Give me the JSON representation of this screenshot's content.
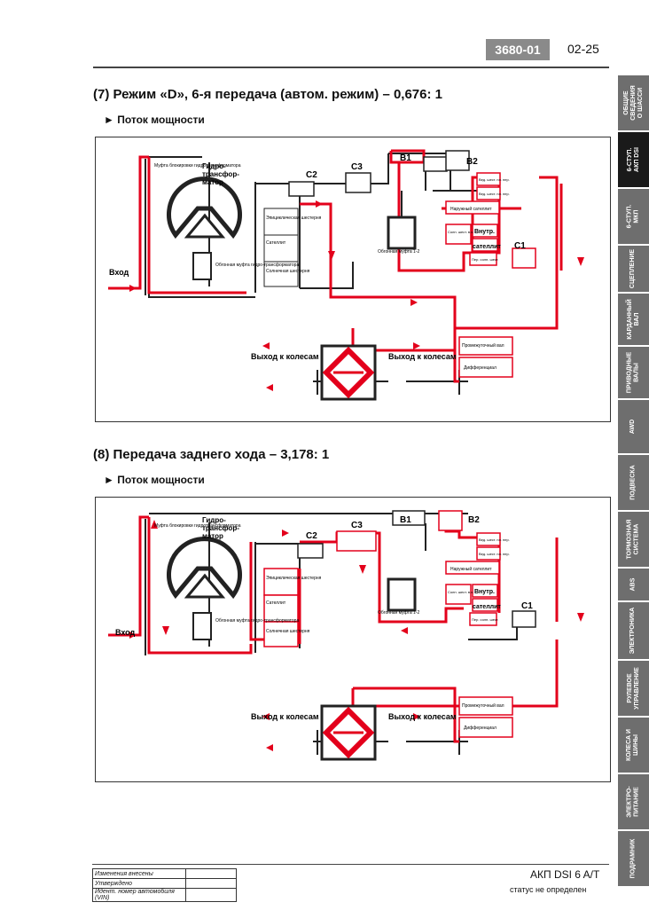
{
  "header": {
    "code": "3680-01",
    "page": "02-25"
  },
  "sections": [
    {
      "title": "(7) Режим «D», 6-я передача (автом. режим) – 0,676: 1",
      "subtitle": "Поток мощности"
    },
    {
      "title": "(8) Передача заднего хода – 3,178: 1",
      "subtitle": "Поток мощности"
    }
  ],
  "diagram_labels": {
    "lockup_clutch": "Муфта блокировки гидротрансформатора",
    "torque_converter_1": "Гидро-",
    "torque_converter_2": "трансфор-",
    "torque_converter_3": "матор",
    "input": "Вход",
    "freewheel_clutch": "Обгонная муфта гидро-трансформатора",
    "epicyclic_gear": "Эпициклическая шестерня",
    "satellite": "Сателлит",
    "sun_gear": "Солнечная шестерня",
    "c1": "C1",
    "c2": "C2",
    "c3": "C3",
    "b1": "B1",
    "b2": "B2",
    "freewheel_1_2": "Обгонная муфта 1-2",
    "driven_sun_1": "Вед. шест. пл. пер.",
    "driven_sun_2": "Вед. шест. пл. пер.",
    "outer_satellite": "Наружный сателлит",
    "sun_gear_input": "Солн. шест. в.х.",
    "inner": "Внутр.",
    "satellite_b": "сателлит",
    "front_sun": "Пер. солн. шест.",
    "intermediate_shaft": "Промежуточный вал",
    "differential": "Дифференциал",
    "output_left": "Выход к колесам",
    "output_right": "Выход к колесам"
  },
  "side_tabs": [
    {
      "label": "ОБЩИЕ\nСВЕДЕНИЯ\nО ШАССИ",
      "active": false
    },
    {
      "label": "6-СТУП.\nАКП DSI",
      "active": true
    },
    {
      "label": "6-СТУП.\nМКП",
      "active": false
    },
    {
      "label": "СЦЕПЛЕНИЕ",
      "active": false
    },
    {
      "label": "КАРДАННЫЙ\nВАЛ",
      "active": false
    },
    {
      "label": "ПРИВОДНЫЕ\nВАЛЫ",
      "active": false
    },
    {
      "label": "AWD",
      "active": false
    },
    {
      "label": "ПОДВЕСКА",
      "active": false
    },
    {
      "label": "ТОРМОЗНАЯ\nСИСТЕМА",
      "active": false
    },
    {
      "label": "ABS",
      "active": false
    },
    {
      "label": "ЭЛЕКТРОНИКА",
      "active": false
    },
    {
      "label": "РУЛЕВОЕ\nУПРАВЛЕНИЕ",
      "active": false
    },
    {
      "label": "КОЛЕСА И\nШИНЫ",
      "active": false
    },
    {
      "label": "ЭЛЕКТРО-\nПИТАНИЕ",
      "active": false
    },
    {
      "label": "ПОДРАМНИК",
      "active": false
    }
  ],
  "footer": {
    "rows": [
      "Изменения внесены",
      "Утверждено",
      "Идент. номер автомобиля (VIN)"
    ],
    "title": "АКП DSI 6 A/T",
    "status": "статус не определен"
  },
  "colors": {
    "power_flow": "#e3001b",
    "line": "#222222",
    "tab_bg": "#6e6e6e",
    "tab_active": "#1a1a1a"
  }
}
